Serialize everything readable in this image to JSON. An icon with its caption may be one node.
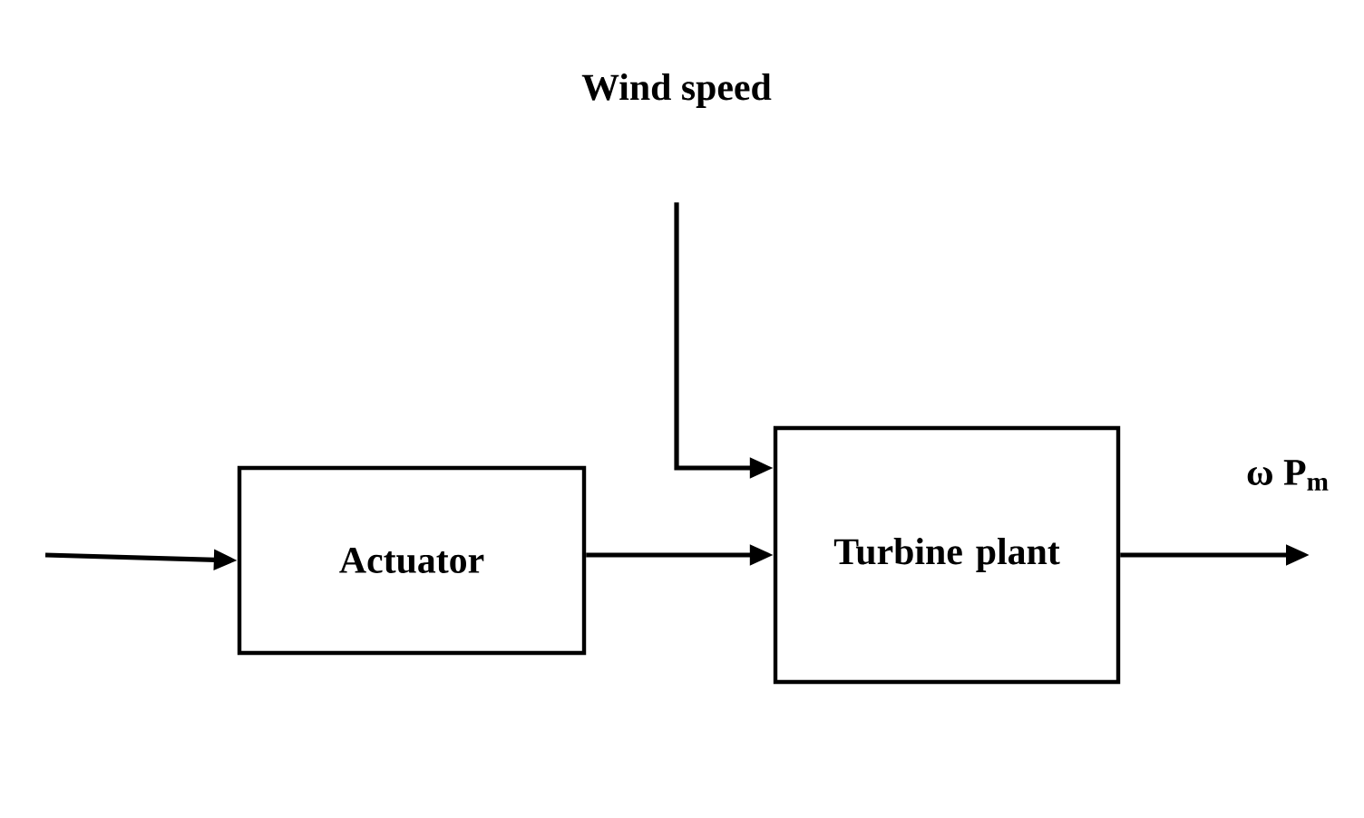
{
  "diagram": {
    "nodes": [
      {
        "text": [
          "Wind speed"
        ]
      },
      {
        "text": [
          "Actuator"
        ]
      },
      {
        "text": [
          "Turbine plant"
        ]
      }
    ],
    "edges": [
      {
        "from": null,
        "to": 1,
        "arrow": "to"
      },
      {
        "from": 1,
        "to": 2,
        "arrow": "to"
      },
      {
        "from": 0,
        "to": 2,
        "arrow": "to"
      },
      {
        "from": 2,
        "to": null,
        "arrow": "to"
      }
    ],
    "labels": [
      "ω P$_{m}$"
    ]
  }
}
